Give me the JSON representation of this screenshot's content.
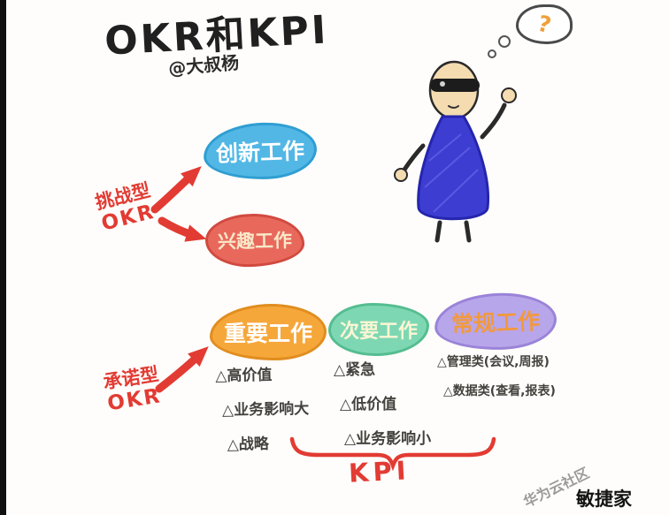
{
  "page": {
    "title": "OKR和KPI",
    "author": "@大叔杨"
  },
  "labels": {
    "challenge_type": "挑战型",
    "challenge_okr": "OKR",
    "commit_type": "承诺型",
    "commit_okr": "OKR",
    "kpi": "KPI",
    "question_mark": "?"
  },
  "bubbles": {
    "innovation": "创新工作",
    "interest": "兴趣工作",
    "important": "重要工作",
    "secondary": "次要工作",
    "routine": "常规工作"
  },
  "lists": {
    "important": [
      "△高价值",
      "△业务影响大",
      "△战略"
    ],
    "secondary": [
      "△紧急",
      "△低价值",
      "△业务影响小"
    ],
    "routine": [
      "△管理类(会议,周报)",
      "△数据类(查看,报表)"
    ]
  },
  "footer": {
    "brand": "敏捷家",
    "watermark": "华为云社区"
  },
  "colors": {
    "accent_red": "#e23b33",
    "innovation_bg": "#52b7e5",
    "interest_bg": "#e9685c",
    "important_bg": "#f6a73a",
    "secondary_bg": "#7ed7b3",
    "routine_bg": "#b8a6ea",
    "routine_text": "#f2993c",
    "figure_body_blue": "#3d3dd2"
  }
}
